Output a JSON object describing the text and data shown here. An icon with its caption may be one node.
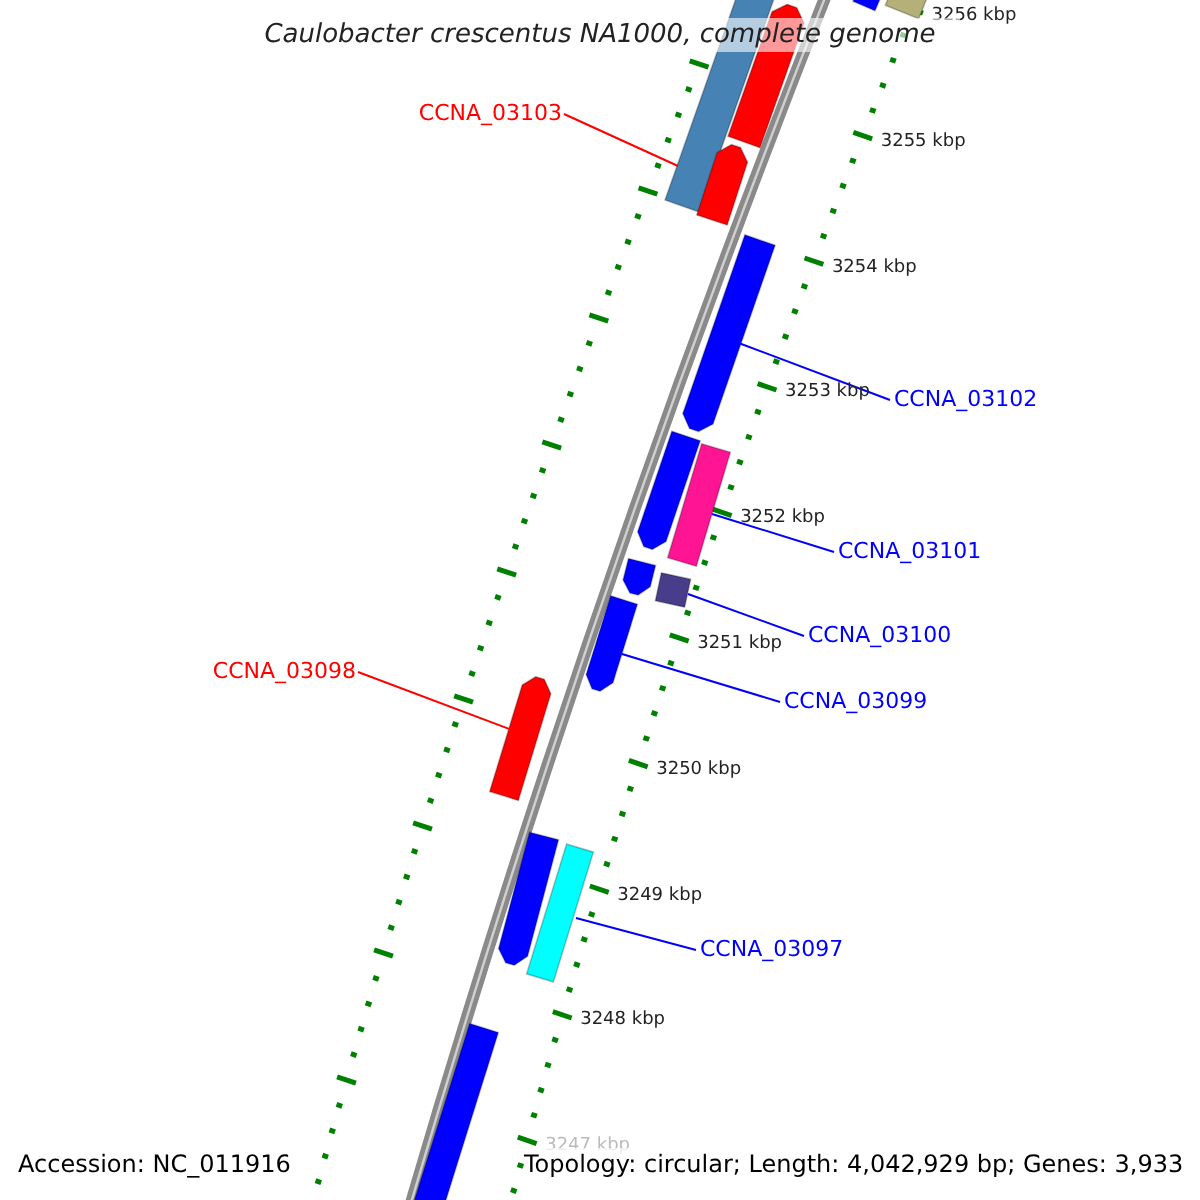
{
  "diagram": {
    "title": "Caulobacter crescentus NA1000, complete genome",
    "nodes": [
      {
        "text": [
          "CCNA_03103"
        ]
      },
      {
        "text": [
          "CCNA_03102"
        ]
      },
      {
        "text": [
          "CCNA_03101"
        ]
      },
      {
        "text": [
          "CCNA_03100"
        ]
      },
      {
        "text": [
          "CCNA_03099"
        ]
      },
      {
        "text": [
          "CCNA_03098"
        ]
      },
      {
        "text": [
          "CCNA_03097"
        ]
      },
      {
        "text": [],
        "shape": "bar"
      },
      {
        "text": [],
        "shape": "bar"
      },
      {
        "text": [],
        "shape": "bar"
      },
      {
        "text": [],
        "shape": "bar"
      },
      {
        "text": [],
        "shape": "bar"
      },
      {
        "text": [],
        "shape": "bar"
      },
      {
        "text": [],
        "shape": "bar"
      },
      {
        "text": [],
        "shape": "bar"
      },
      {
        "text": [],
        "shape": "bar"
      },
      {
        "text": [],
        "shape": "bar"
      },
      {
        "text": [],
        "shape": "bar"
      },
      {
        "text": [],
        "shape": "bar"
      },
      {
        "text": [],
        "shape": "bar"
      },
      {
        "text": [],
        "shape": "bar"
      },
      {
        "text": [],
        "shape": "bar"
      }
    ],
    "edges": [
      {
        "from": 0,
        "to": 9,
        "arrow": "none",
        "color": "#ff0000"
      },
      {
        "from": 1,
        "to": 12,
        "arrow": "none"
      },
      {
        "from": 2,
        "to": 14,
        "arrow": "none"
      },
      {
        "from": 3,
        "to": 16,
        "arrow": "none"
      },
      {
        "from": 4,
        "to": 17,
        "arrow": "none"
      },
      {
        "from": 5,
        "to": 18,
        "arrow": "none",
        "color": "#ff0000"
      },
      {
        "from": 6,
        "to": 20,
        "arrow": "none"
      }
    ],
    "labels": [
      "3256 kbp",
      "3255 kbp",
      "3254 kbp",
      "3253 kbp",
      "3252 kbp",
      "3251 kbp",
      "3250 kbp",
      "3249 kbp",
      "3248 kbp",
      "3247 kbp",
      "Accession: NC_011916",
      "Topology: circular; Length: 4,042,929 bp; Genes: 3,933"
    ]
  }
}
